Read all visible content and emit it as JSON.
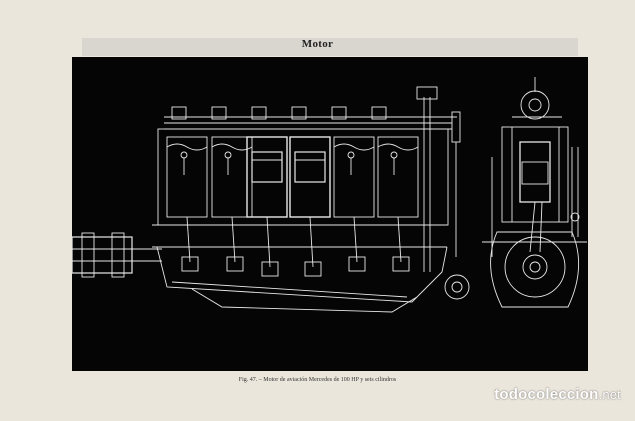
{
  "header": {
    "title": "Motor"
  },
  "plate": {
    "caption": "Fig. 47. – Motor de aviación Mercedes de 100 HP y seis cilindros",
    "background_color": "#050505",
    "line_color": "#e8e8e8"
  },
  "watermark": {
    "brand": "todocoleccion",
    "suffix": ".net"
  }
}
